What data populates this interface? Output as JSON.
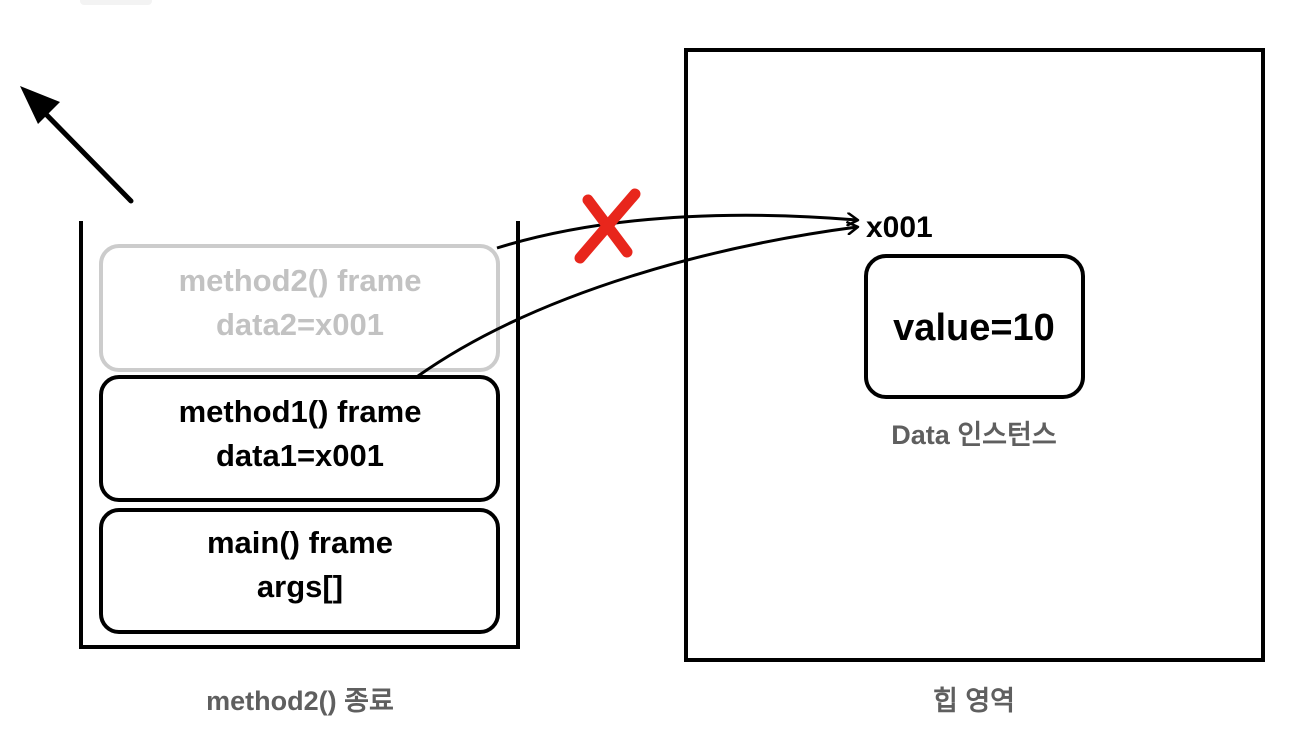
{
  "stack": {
    "frames": [
      {
        "line1": "method2() frame",
        "line2": "data2=x001",
        "state": "removed"
      },
      {
        "line1": "method1() frame",
        "line2": "data1=x001",
        "state": "active"
      },
      {
        "line1": "main() frame",
        "line2": "args[]",
        "state": "active"
      }
    ],
    "caption": "method2() 종료"
  },
  "heap": {
    "address": "x001",
    "instance_value": "value=10",
    "instance_label": "Data 인스턴스",
    "caption": "힙 영역"
  },
  "colors": {
    "active_stroke": "#000000",
    "removed_stroke": "#cccccc",
    "removed_text": "#c2c2c2",
    "cross_mark": "#e8261c",
    "caption_text": "#5f5f5f"
  }
}
